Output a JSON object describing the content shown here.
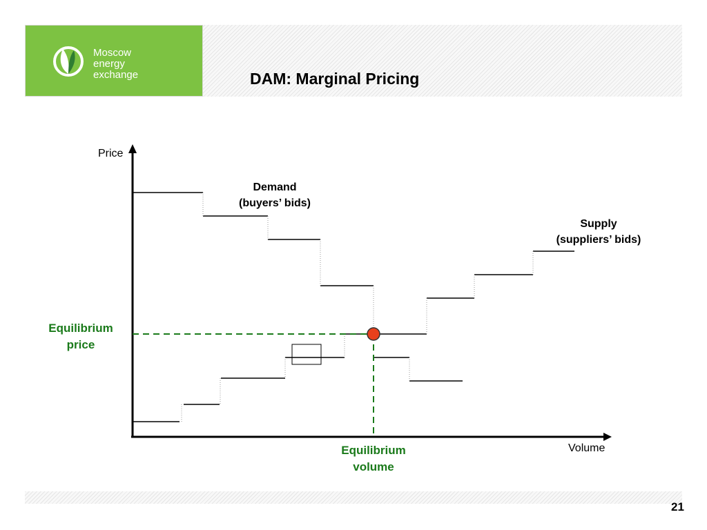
{
  "logo": {
    "line1": "Moscow",
    "line2": "energy",
    "line3": "exchange"
  },
  "title": "DAM: Marginal Pricing",
  "diagram": {
    "axis_y_label": "Price",
    "axis_x_label": "Volume",
    "demand_label_1": "Demand",
    "demand_label_2": "(buyers’ bids)",
    "supply_label_1": "Supply",
    "supply_label_2": "(suppliers’ bids)",
    "eq_price_1": "Equilibrium",
    "eq_price_2": "price",
    "eq_volume_1": "Equilibrium",
    "eq_volume_2": "volume"
  },
  "colors": {
    "brand_green": "#7dc242",
    "equilibrium_green": "#1a7a1a",
    "equilibrium_point": "#e8401c"
  },
  "page_number": "21"
}
